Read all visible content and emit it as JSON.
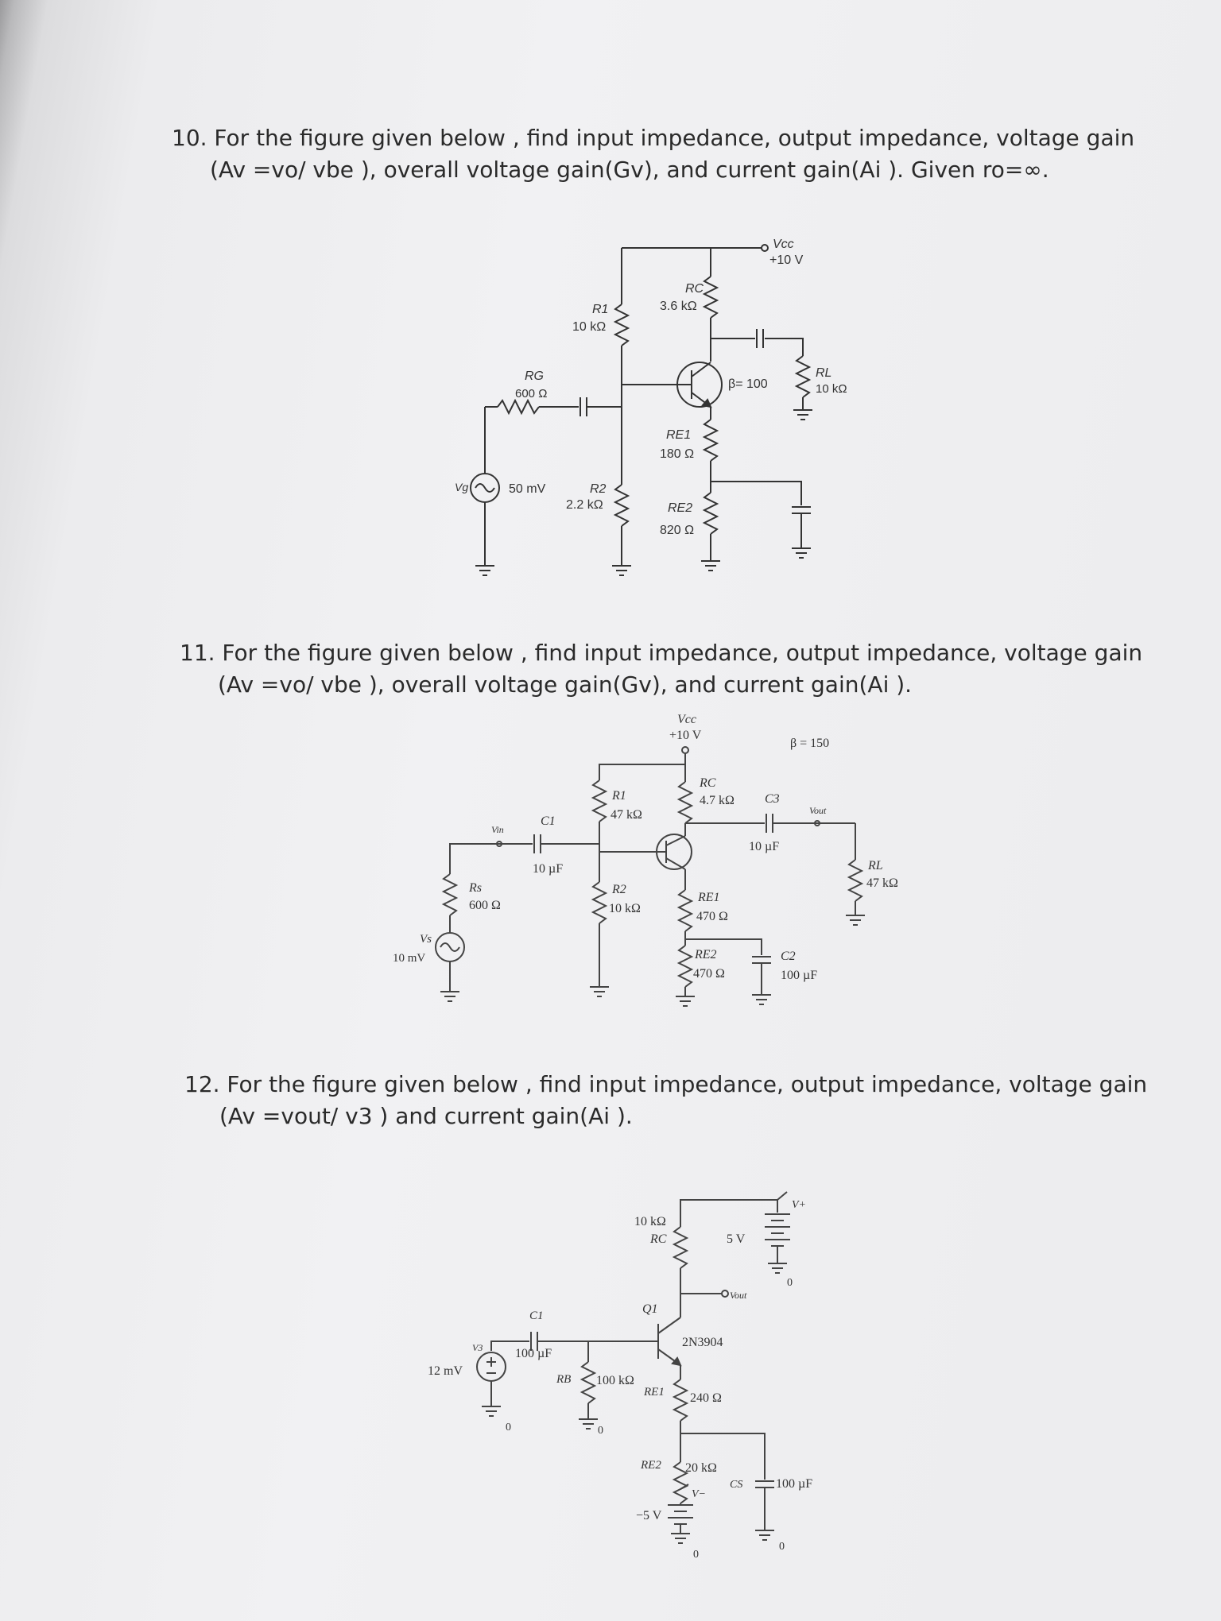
{
  "problems": [
    {
      "line1": "10. For the figure given below , find input impedance, output impedance, voltage gain",
      "line2": "(Av =vo/ vbe ), overall voltage gain(Gv), and current gain(Ai ). Given ro=∞.",
      "circuit": {
        "vcc_name": "Vcc",
        "vcc_value": "+10 V",
        "rc_name": "RC",
        "rc_value": "3.6 kΩ",
        "r1_name": "R1",
        "r1_value": "10 kΩ",
        "rg_name": "RG",
        "rg_value": "600 Ω",
        "beta": "β= 100",
        "rl_name": "RL",
        "rl_value": "10 kΩ",
        "re1_name": "RE1",
        "re1_value": "180 Ω",
        "re2_name": "RE2",
        "re2_value": "820 Ω",
        "r2_name": "R2",
        "r2_value": "2.2 kΩ",
        "source_name": "Vg",
        "source_value": "50 mV"
      }
    },
    {
      "line1": "11. For the figure given below , find input impedance, output impedance, voltage gain",
      "line2": "(Av =vo/ vbe ), overall voltage gain(Gv), and current gain(Ai ).",
      "circuit": {
        "vcc_name": "Vcc",
        "vcc_value": "+10 V",
        "beta": "β   = 150",
        "rc_name": "RC",
        "rc_value": "4.7 kΩ",
        "c3_name": "C3",
        "c3_value": "10 µF",
        "vout": "Vout",
        "r1_name": "R1",
        "r1_value": "47 kΩ",
        "vin": "Vin",
        "c1_name": "C1",
        "c1_value": "10 µF",
        "rl_name": "RL",
        "rl_value": "47 kΩ",
        "rs_name": "Rs",
        "rs_value": "600 Ω",
        "r2_name": "R2",
        "r2_value": "10 kΩ",
        "re1_name": "RE1",
        "re1_value": "470 Ω",
        "source_name": "Vs",
        "source_value": "10 mV",
        "re2_name": "RE2",
        "re2_value": "470 Ω",
        "c2_name": "C2",
        "c2_value": "100 µF"
      }
    },
    {
      "line1": "12. For the figure given below , find input impedance, output impedance, voltage gain",
      "line2": "(Av =vout/ v3 ) and current gain(Ai ).",
      "circuit": {
        "rc_value": "10 kΩ",
        "rc_name": "RC",
        "vsupply_value": "5 V",
        "vplus": "V+",
        "vout": "Vout",
        "q_name": "Q1",
        "c1_name": "C1",
        "c1_value": "100 µF",
        "transistor": "2N3904",
        "v3_name": "V3",
        "v3_value": "12 mV",
        "rb_name": "RB",
        "rb_value": "100 kΩ",
        "re1_name": "RE1",
        "re1_value": "240 Ω",
        "re2_name": "RE2",
        "re2_value": "20 kΩ",
        "cs_name": "CS",
        "cs_value": "100 µF",
        "vminus": "V−",
        "vneg_value": "−5 V",
        "ground": "0"
      }
    }
  ]
}
